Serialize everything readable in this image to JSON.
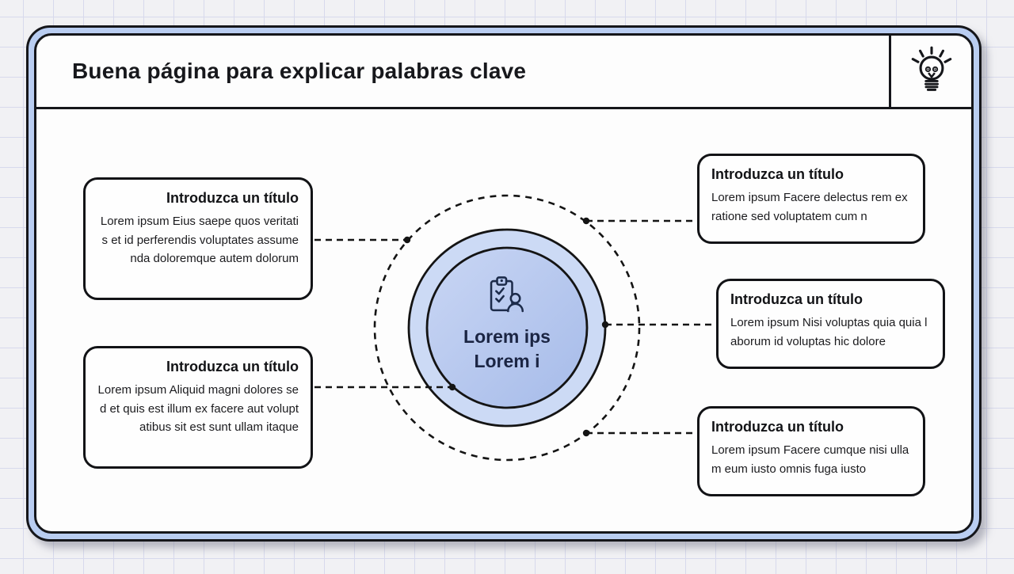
{
  "header": {
    "title": "Buena página para explicar palabras clave"
  },
  "center": {
    "line1": "Lorem ips",
    "line2": "Lorem i"
  },
  "callouts": [
    {
      "position": "top-left",
      "title": "Introduzca un título",
      "body": "Lorem ipsum Eius saepe quos veritatis et id perferendis voluptates assumenda doloremque autem dolorum"
    },
    {
      "position": "bottom-left",
      "title": "Introduzca un título",
      "body": "Lorem ipsum Aliquid magni dolores sed et quis est illum ex facere aut voluptatibus sit est sunt ullam itaque"
    },
    {
      "position": "top-right",
      "title": "Introduzca un título",
      "body": "Lorem ipsum Facere delectus rem ex ratione sed voluptatem cum n"
    },
    {
      "position": "middle-right",
      "title": "Introduzca un título",
      "body": "Lorem ipsum Nisi voluptas quia quia laborum id voluptas hic dolore"
    },
    {
      "position": "bottom-right",
      "title": "Introduzca un título",
      "body": "Lorem ipsum Facere cumque nisi ullam eum iusto omnis fuga iusto"
    }
  ],
  "icons": {
    "header_icon": "lightbulb-icon",
    "center_icon": "clipboard-checklist-user-icon"
  },
  "colors": {
    "frame_blue": "#b9cdf1",
    "ring_blue": "#ccdaf5",
    "inner_circle_light": "#c5d3f3",
    "inner_circle_dark": "#a6bbe9",
    "outline_black": "#15161a",
    "navy_text": "#1b2543",
    "background_gray": "#f1f1f4",
    "grid_line": "#d7d9ec"
  }
}
